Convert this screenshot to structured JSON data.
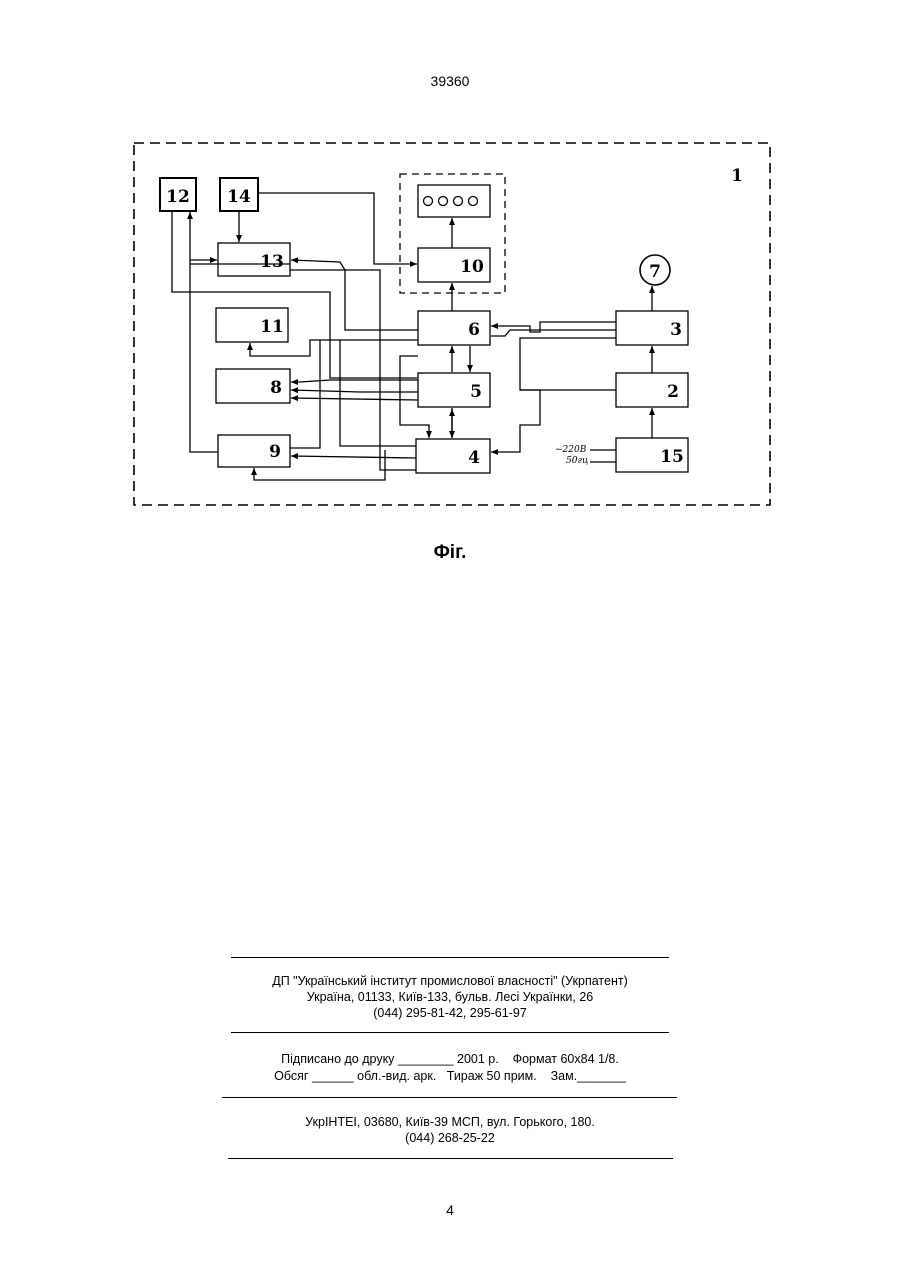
{
  "header": {
    "patent_number": "39360"
  },
  "diagram": {
    "blocks": [
      {
        "id": "b1",
        "label": "1"
      },
      {
        "id": "b2",
        "label": "2"
      },
      {
        "id": "b3",
        "label": "3"
      },
      {
        "id": "b4",
        "label": "4"
      },
      {
        "id": "b5",
        "label": "5"
      },
      {
        "id": "b6",
        "label": "6"
      },
      {
        "id": "b7",
        "label": "7"
      },
      {
        "id": "b8",
        "label": "8"
      },
      {
        "id": "b9",
        "label": "9"
      },
      {
        "id": "b10",
        "label": "10"
      },
      {
        "id": "b11",
        "label": "11"
      },
      {
        "id": "b12",
        "label": "12"
      },
      {
        "id": "b13",
        "label": "13"
      },
      {
        "id": "b14",
        "label": "14"
      },
      {
        "id": "b15",
        "label": "15"
      }
    ],
    "power_input": {
      "voltage": "~220В",
      "frequency": "50гц"
    },
    "caption": "Фіг."
  },
  "imprint": {
    "publisher_name": "ДП \"Український інститут промислової власності\" (Укрпатент)",
    "publisher_address": "Україна, 01133, Київ-133, бульв. Лесі Українки, 26",
    "publisher_phone": "(044) 295-81-42, 295-61-97",
    "signed_line": "Підписано до друку ________ 2001 р.    Формат 60х84 1/8.",
    "volume_line": "Обсяг ______ обл.-вид. арк.   Тираж 50 прим.    Зам._______",
    "printer_address": "УкрІНТЕІ, 03680, Київ-39 МСП, вул. Горького, 180.",
    "printer_phone": "(044) 268-25-22"
  },
  "footer": {
    "page_number": "4"
  }
}
